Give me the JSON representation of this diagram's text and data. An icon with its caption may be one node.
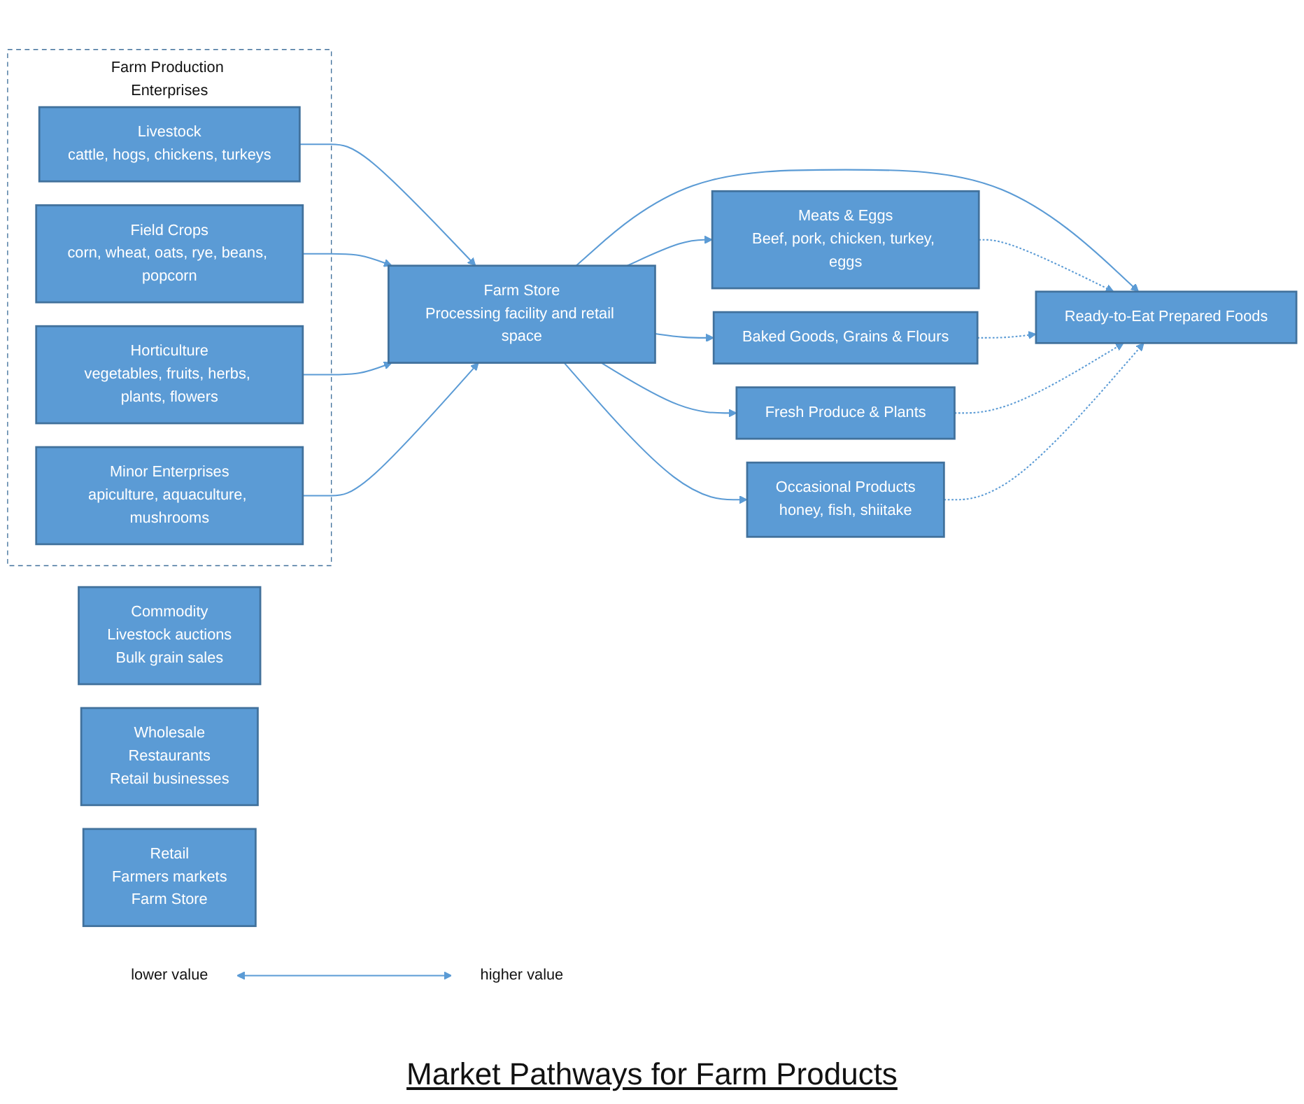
{
  "diagram": {
    "nodes": [
      {
        "text": [
          "Farm Production Enterprises"
        ]
      },
      {
        "text": [
          "Livestock",
          "cattle, hogs, chickens, turkeys"
        ],
        "in": 0
      },
      {
        "text": [
          "Field Crops",
          "corn, wheat, oats, rye, beans, popcorn"
        ],
        "in": 0
      },
      {
        "text": [
          "Horticulture",
          "vegetables, fruits, herbs, plants, flowers"
        ],
        "in": 0
      },
      {
        "text": [
          "Minor Enterprises",
          "apiculture, aquaculture, mushrooms"
        ],
        "in": 0
      },
      {
        "text": [
          "Farm Store",
          "Processing facility and retail space"
        ]
      },
      {
        "text": [
          "Meats & Eggs",
          "Beef, pork, chicken, turkey, eggs"
        ]
      },
      {
        "text": [
          "Baked Goods, Grains & Flours"
        ]
      },
      {
        "text": [
          "Fresh Produce & Plants"
        ]
      },
      {
        "text": [
          "Occasional Products",
          "honey, fish, shiitake"
        ]
      },
      {
        "text": [
          "Ready-to-Eat Prepared Foods"
        ]
      },
      {
        "text": [
          "lower value"
        ]
      },
      {
        "text": [
          "higher value"
        ]
      },
      {
        "text": [
          "Commodity",
          "Livestock auctions",
          "Bulk grain sales"
        ]
      },
      {
        "text": [
          "Wholesale",
          "Restaurants",
          "Retail businesses"
        ]
      },
      {
        "text": [
          "Retail",
          "Farmers markets",
          "Farm Store"
        ]
      }
    ],
    "edges": [
      {
        "from": 1,
        "to": 5,
        "arrow": "to"
      },
      {
        "from": 2,
        "to": 5,
        "arrow": "to"
      },
      {
        "from": 3,
        "to": 5,
        "arrow": "to"
      },
      {
        "from": 4,
        "to": 5,
        "arrow": "to"
      },
      {
        "from": 5,
        "to": 6,
        "arrow": "to"
      },
      {
        "from": 5,
        "to": 7,
        "arrow": "to"
      },
      {
        "from": 5,
        "to": 8,
        "arrow": "to"
      },
      {
        "from": 5,
        "to": 9,
        "arrow": "to"
      },
      {
        "from": 5,
        "to": 10,
        "arrow": "to"
      },
      {
        "from": 6,
        "to": 10,
        "arrow": "to",
        "style": "dashed"
      },
      {
        "from": 7,
        "to": 10,
        "arrow": "to",
        "style": "dashed"
      },
      {
        "from": 8,
        "to": 10,
        "arrow": "to",
        "style": "dashed"
      },
      {
        "from": 9,
        "to": 10,
        "arrow": "to",
        "style": "dashed"
      },
      {
        "from": 11,
        "to": 12,
        "arrow": "both"
      }
    ],
    "labels": [
      "Market Pathways for Farm Products"
    ]
  }
}
